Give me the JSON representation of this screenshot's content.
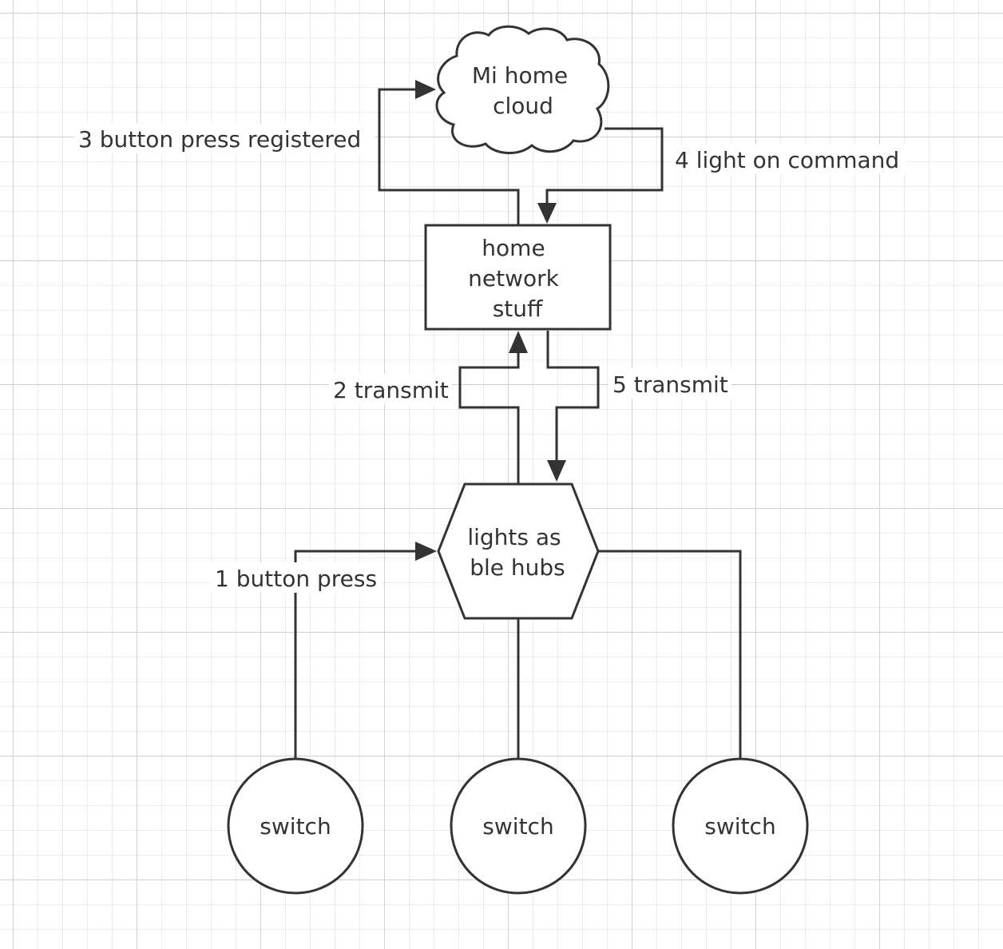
{
  "nodes": {
    "cloud": {
      "lines": [
        "Mi home",
        "cloud"
      ]
    },
    "network": {
      "lines": [
        "home",
        "network",
        "stuff"
      ]
    },
    "hub": {
      "lines": [
        "lights as",
        "ble hubs"
      ]
    },
    "switch_left": {
      "label": "switch"
    },
    "switch_middle": {
      "label": "switch"
    },
    "switch_right": {
      "label": "switch"
    }
  },
  "edges": {
    "e1": {
      "label": "1 button press"
    },
    "e2": {
      "label": "2 transmit"
    },
    "e3": {
      "label": "3 button press registered"
    },
    "e4": {
      "label": "4 light on command"
    },
    "e5": {
      "label": "5 transmit"
    }
  },
  "colors": {
    "stroke": "#333333",
    "text": "#333333",
    "grid": "#d0d0d0"
  }
}
